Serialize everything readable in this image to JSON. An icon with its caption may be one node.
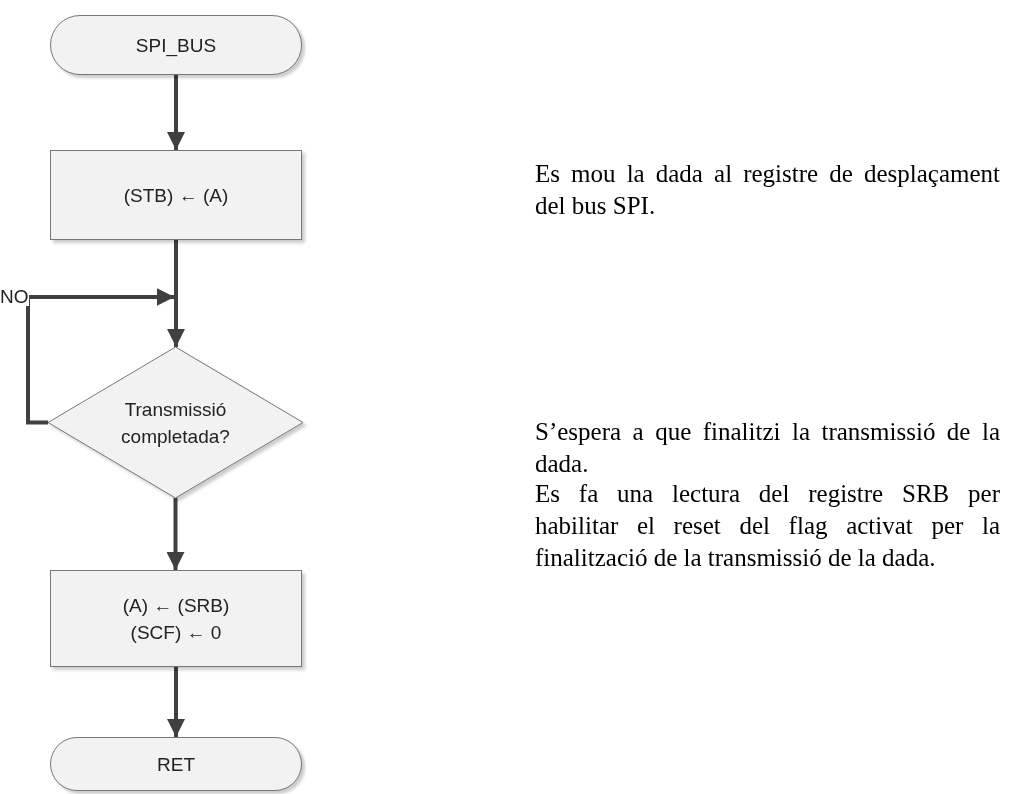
{
  "diagram": {
    "nodes": [
      {
        "text": [
          "SPI_BUS"
        ]
      },
      {
        "text": [
          "(STB) ← (A)"
        ]
      },
      {
        "text": [
          "Transmissió completada?"
        ]
      },
      {
        "text": [
          "(A) ← (SRB) (SCF) ← 0"
        ]
      },
      {
        "text": [
          "RET"
        ]
      }
    ],
    "edges": [
      {
        "from": 0,
        "to": 1,
        "arrow": "to"
      },
      {
        "from": 1,
        "to": 2,
        "arrow": "to"
      },
      {
        "from": 2,
        "to": 3,
        "arrow": "to"
      },
      {
        "from": 3,
        "to": 4,
        "arrow": "to"
      },
      {
        "from": 2,
        "to": 2,
        "arrow": "to",
        "label": "NO"
      }
    ],
    "labels": [
      "Es mou la dada al registre de desplaçament del bus SPI.",
      "S’espera a que finalitzi la transmissió de la dada.",
      "Es fa una lectura del registre SRB per habilitar el reset del flag activat per la finalització de la transmissió de la dada."
    ]
  }
}
